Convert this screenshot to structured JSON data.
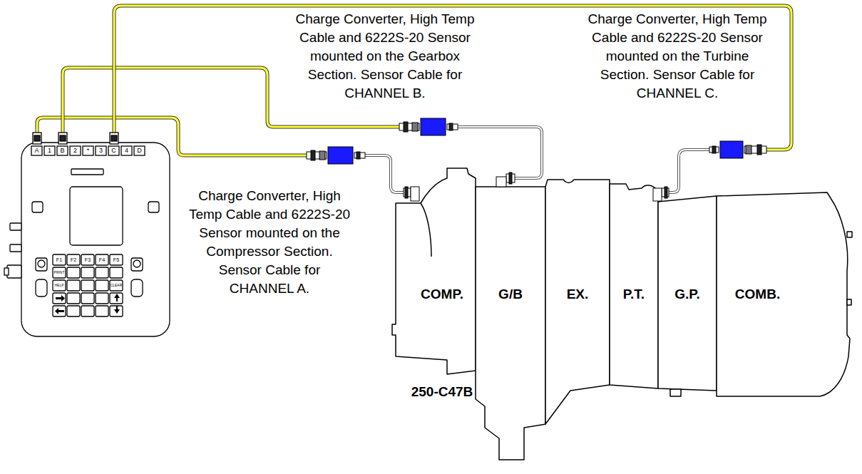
{
  "diagram": {
    "nodes": [
      {
        "text": [
          "COMP."
        ]
      },
      {
        "text": [
          "G/B"
        ]
      },
      {
        "text": [
          "EX."
        ]
      },
      {
        "text": [
          "P.T."
        ]
      },
      {
        "text": [
          "G.P."
        ]
      },
      {
        "text": [
          "COMB."
        ]
      }
    ],
    "labels": [
      "Charge Converter, High Temp Cable and 6222S-20 Sensor mounted on the Gearbox Section. Sensor Cable for CHANNEL B.",
      "Charge Converter, High Temp Cable and 6222S-20 Sensor mounted on the Turbine Section. Sensor Cable for CHANNEL C.",
      "Charge Converter, High Temp Cable and 6222S-20 Sensor mounted on the Compressor Section. Sensor Cable for CHANNEL A.",
      "250-C47B",
      "A",
      "1",
      "B",
      "2",
      "*",
      "3",
      "C",
      "4",
      "D",
      "F1",
      "F2",
      "F3",
      "F4",
      "F5",
      "PRINT",
      "HELP",
      "CLEAR"
    ]
  }
}
